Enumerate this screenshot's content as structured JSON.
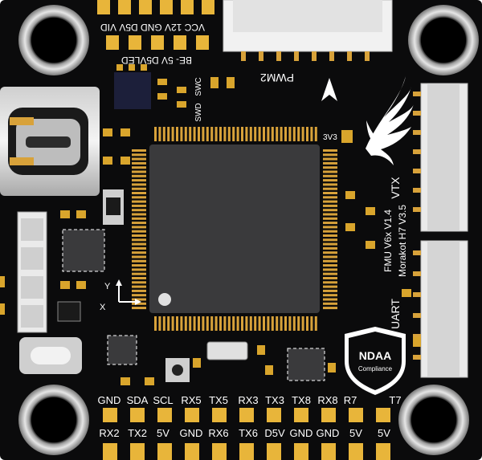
{
  "board": {
    "colors": {
      "pcb": "#0b0b0c",
      "gold": "#e8b53a",
      "silk": "#ffffff",
      "chip": "#3a3a3c",
      "hole_ring": "#d4d4d4"
    },
    "labels": {
      "top_row_1": "VCC 12V GND D5V VID",
      "top_row_2": "BE- 5V D5VLED",
      "pwm2": "PWM2",
      "swc": "SWC",
      "swd": "SWD",
      "v3v3": "3V3",
      "vtx": "VTX",
      "fmu": "FMU V6x V1.4",
      "model": "Morakot H7 V3.5",
      "uart": "UART",
      "axis_y": "Y",
      "axis_x": "X",
      "ndaa_title": "NDAA",
      "ndaa_sub": "Compliance",
      "bottom_row_1": [
        "GND",
        "SDA",
        "SCL",
        "RX5",
        "TX5",
        "RX3",
        "TX3",
        "TX8",
        "RX8",
        "R7",
        "T7"
      ],
      "bottom_row_2": [
        "RX2",
        "TX2",
        "5V",
        "GND",
        "RX6",
        "TX6",
        "D5V",
        "GND",
        "GND",
        "5V",
        "5V"
      ]
    },
    "icons": [
      "mounting-hole-icon",
      "usb-c-port-icon",
      "phoenix-logo-icon",
      "north-arrow-icon",
      "ndaa-shield-icon",
      "axis-arrows-icon"
    ]
  }
}
